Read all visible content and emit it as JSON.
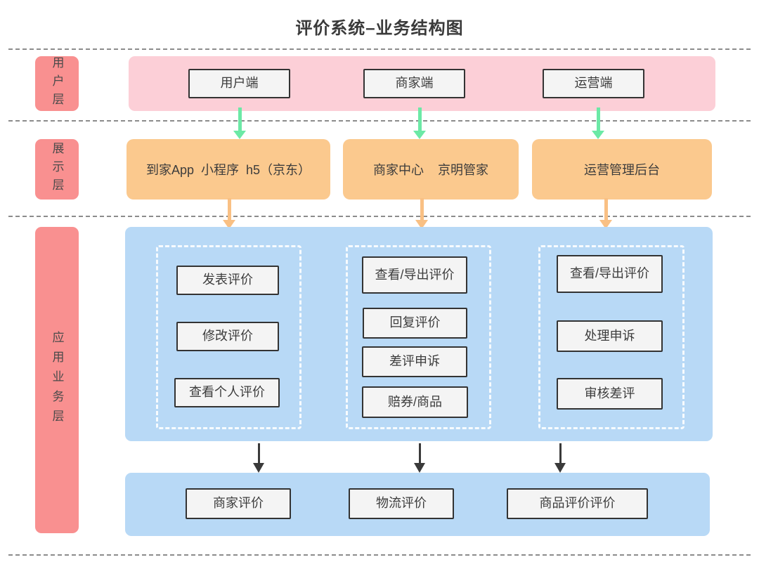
{
  "title": "评价系统–业务结构图",
  "colors": {
    "layer_label_bg": "#f99090",
    "user_band_bg": "#fccfd7",
    "display_box_bg": "#fbc98e",
    "app_band_bg": "#b8d9f6",
    "node_bg": "#f4f4f4",
    "node_border": "#333333",
    "green_arrow": "#6ce9a6",
    "orange_arrow": "#f9c084",
    "dark_arrow": "#3a3a3a",
    "separator": "#8c8c8c"
  },
  "layers": {
    "user": {
      "label": "用户层",
      "nodes": [
        "用户端",
        "商家端",
        "运营端"
      ]
    },
    "display": {
      "label": "展示层",
      "nodes": [
        "到家App  小程序  h5（京东）",
        "商家中心    京明管家",
        "运营管理后台"
      ]
    },
    "application": {
      "label": "应用业务层",
      "groups": [
        {
          "items": [
            "发表评价",
            "修改评价",
            "查看个人评价"
          ]
        },
        {
          "items": [
            "查看/导出评价",
            "回复评价",
            "差评申诉",
            "赔券/商品"
          ]
        },
        {
          "items": [
            "查看/导出评价",
            "处理申诉",
            "审核差评"
          ]
        }
      ],
      "outputs": [
        "商家评价",
        "物流评价",
        "商品评价评价"
      ]
    }
  }
}
